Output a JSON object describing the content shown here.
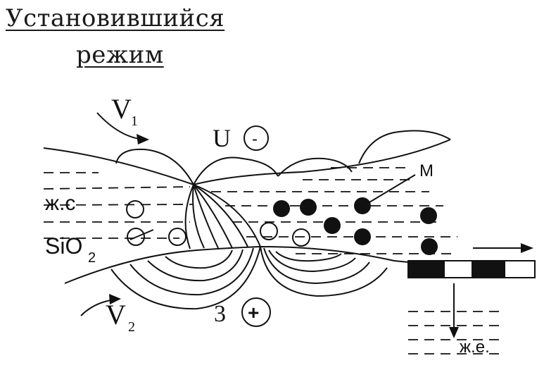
{
  "title": {
    "line1": "Установившийся",
    "line2": "режим"
  },
  "labels": {
    "v1_letter": "V",
    "v1_sub": "1",
    "v2_letter": "V",
    "v2_sub": "2",
    "u": "U",
    "minus": "-",
    "three": "3",
    "plus": "+",
    "m": "M",
    "zhs": "ж.с",
    "sio2_main": "SiO",
    "sio2_sub": "2",
    "zhe": "ж.е."
  },
  "colors": {
    "ink": "#111111",
    "background": "#ffffff"
  }
}
